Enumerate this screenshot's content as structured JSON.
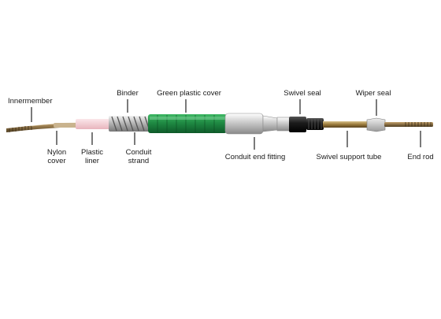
{
  "diagram": {
    "labels": {
      "innermember": "Innermember",
      "nylon_cover": [
        "Nylon",
        "cover"
      ],
      "plastic_liner": [
        "Plastic",
        "liner"
      ],
      "binder": "Binder",
      "conduit_strand": [
        "Conduit",
        "strand"
      ],
      "green_plastic_cover": "Green plastic cover",
      "conduit_end_fitting": "Conduit end fitting",
      "swivel_seal": "Swivel seal",
      "swivel_support_tube": "Swivel support tube",
      "wiper_seal": "Wiper seal",
      "end_rod": "End rod"
    },
    "colors": {
      "green_cover": "#1f8a43",
      "steel": "#a9a9a9",
      "brass": "#9a7a3a",
      "liner": "#f2c9cf",
      "black_seal": "#1b1b1b",
      "leader": "#222222"
    }
  }
}
